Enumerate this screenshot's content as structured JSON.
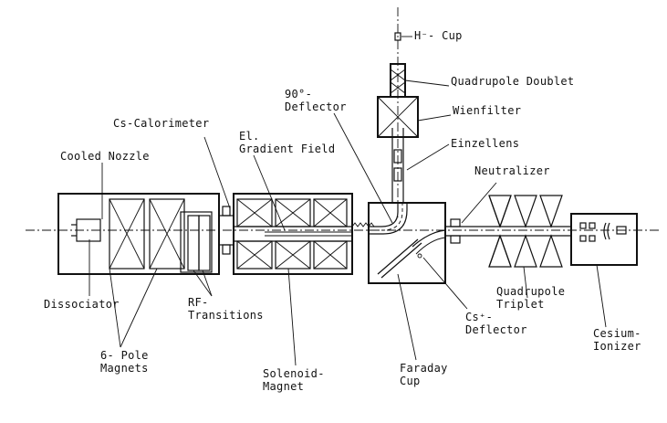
{
  "labels": {
    "h_cup": "H⁻- Cup",
    "quadrupole_doublet": "Quadrupole Doublet",
    "wienfilter": "Wienfilter",
    "einzellens": "Einzellens",
    "neutralizer": "Neutralizer",
    "deflector_90": "90°-\nDeflector",
    "cs_calorimeter": "Cs-Calorimeter",
    "el_gradient_field": "El.\nGradient Field",
    "cooled_nozzle": "Cooled Nozzle",
    "dissociator": "Dissociator",
    "rf_transitions": "RF-\nTransitions",
    "six_pole_magnets": "6- Pole\nMagnets",
    "solenoid_magnet": "Solenoid-\nMagnet",
    "faraday_cup": "Faraday\nCup",
    "cs_deflector": "Cs⁺-\nDeflector",
    "quadrupole_triplet": "Quadrupole\nTriplet",
    "cesium_ionizer": "Cesium-\nIonizer"
  }
}
